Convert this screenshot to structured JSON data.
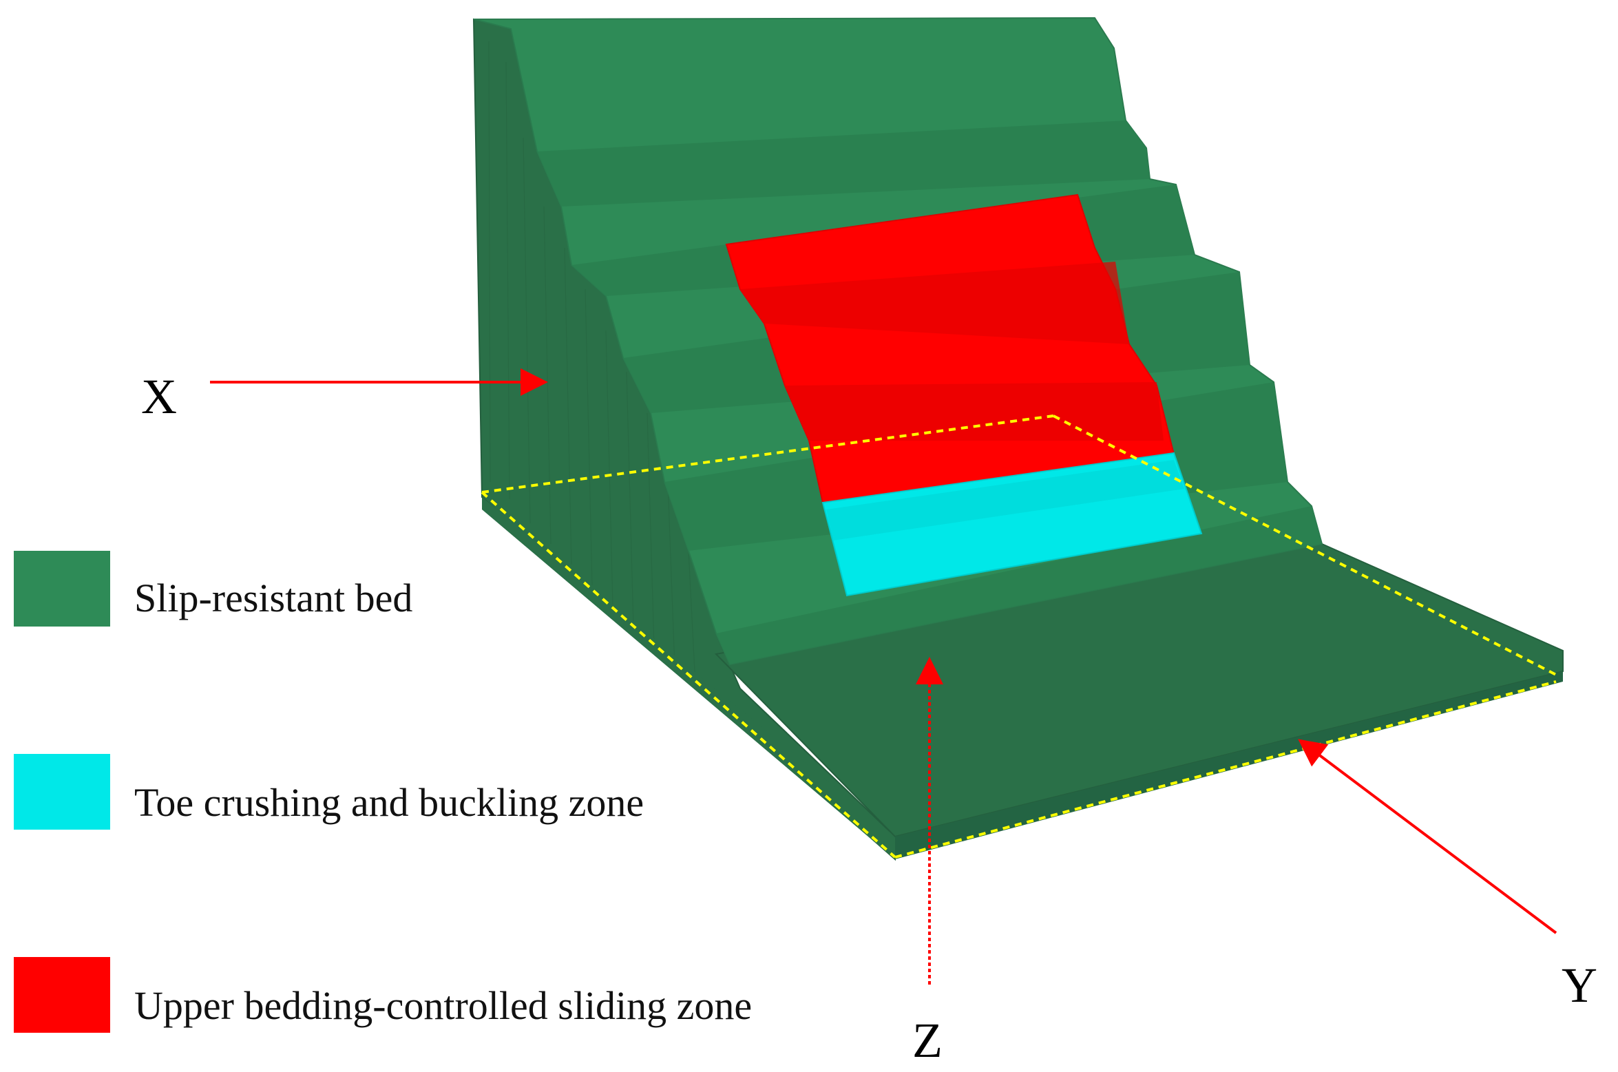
{
  "colors": {
    "slip_resistant": "#2e8b57",
    "slip_resistant_side": "#2a7048",
    "toe_zone": "#00e8e8",
    "sliding_zone": "#ff0000",
    "arrow": "#ff0000",
    "boundary_dashed": "#ffff00"
  },
  "axes": {
    "x_label": "X",
    "y_label": "Y",
    "z_label": "Z"
  },
  "legend": {
    "items": [
      {
        "label": "Slip-resistant bed",
        "color": "#2e8b57"
      },
      {
        "label": "Toe crushing and buckling zone",
        "color": "#00e8e8"
      },
      {
        "label": "Upper bedding-controlled sliding zone",
        "color": "#ff0000"
      }
    ]
  }
}
